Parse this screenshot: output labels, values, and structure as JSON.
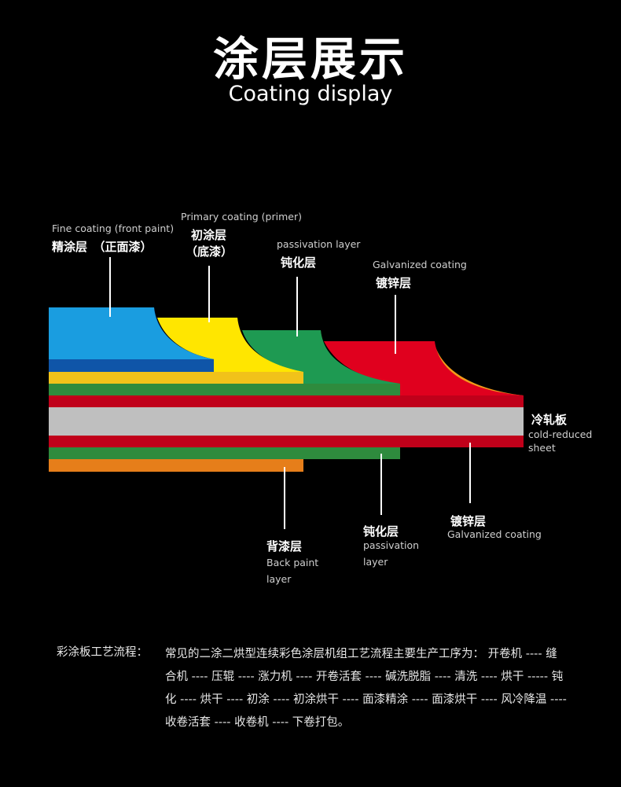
{
  "header": {
    "title": "涂层展示",
    "subtitle": "Coating display"
  },
  "labels": {
    "fine_en": "Fine coating (front paint)",
    "fine_zh": "精涂层　（正面漆）",
    "primer_en": "Primary coating (primer)",
    "primer_zh_1": "初涂层",
    "primer_zh_2": "（底漆）",
    "passivation_top_en": "passivation layer",
    "passivation_top_zh": "钝化层",
    "galvanized_top_en": "Galvanized coating",
    "galvanized_top_zh": "镀锌层",
    "cold_zh": "冷轧板",
    "cold_en_1": "cold-reduced",
    "cold_en_2": "sheet",
    "back_zh": "背漆层",
    "back_en_1": "Back paint",
    "back_en_2": "layer",
    "passivation_bot_zh": "钝化层",
    "passivation_bot_en_1": "passivation",
    "passivation_bot_en_2": "layer",
    "galvanized_bot_zh": "镀锌层",
    "galvanized_bot_en": "Galvanized coating"
  },
  "process": {
    "heading": "彩涂板工艺流程：",
    "text": "常见的二涂二烘型连续彩色涂层机组工艺流程主要生产工序为： 开卷机 ---- 缝合机 ---- 压辊 ---- 涨力机 ---- 开卷活套 ---- 碱洗脱脂 ---- 清洗 ---- 烘干 ----- 钝化 ---- 烘干 ---- 初涂 ---- 初涂烘干 ---- 面漆精涂 ---- 面漆烘干 ---- 风冷降温 ---- 收卷活套 ---- 收卷机 ---- 下卷打包。"
  },
  "colors": {
    "blue": "#1a9de0",
    "blue_dark": "#0f55a8",
    "yellow": "#ffe600",
    "yellow_dark": "#f1c21a",
    "green": "#1e9a52",
    "green_dark": "#2e8b3d",
    "red": "#e0001e",
    "red_dark": "#c0001a",
    "orange": "#f39a1a",
    "orange_dark": "#e67e1a",
    "silver": "#bfbfbf"
  }
}
